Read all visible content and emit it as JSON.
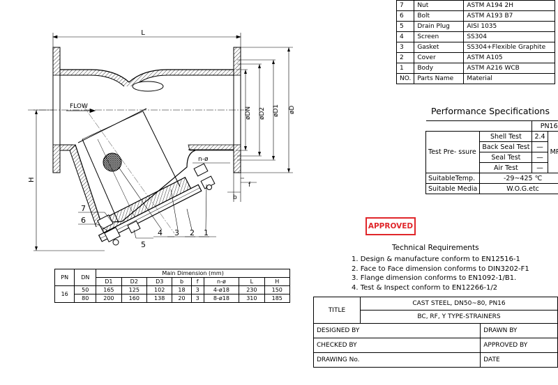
{
  "drawing": {
    "dim_L": "L",
    "dim_H": "H",
    "flow": "FLOW",
    "phiDN": "øDN",
    "phiD2": "øD2",
    "phiD1": "øD1",
    "phiD": "øD",
    "n_phi": "n-ø",
    "dim_b": "b",
    "dim_f": "f",
    "callouts": [
      "7",
      "6",
      "5",
      "4",
      "3",
      "2",
      "1"
    ]
  },
  "parts": {
    "header": {
      "no": "NO.",
      "name": "Parts Name",
      "material": "Material"
    },
    "rows": [
      {
        "no": "7",
        "name": "Nut",
        "material": "ASTM A194 2H"
      },
      {
        "no": "6",
        "name": "Bolt",
        "material": "ASTM A193 B7"
      },
      {
        "no": "5",
        "name": "Drain Plug",
        "material": "AISI 1035"
      },
      {
        "no": "4",
        "name": "Screen",
        "material": "SS304"
      },
      {
        "no": "3",
        "name": "Gasket",
        "material": "SS304+Flexible Graphite"
      },
      {
        "no": "2",
        "name": "Cover",
        "material": "ASTM A105"
      },
      {
        "no": "1",
        "name": "Body",
        "material": "ASTM A216 WCB"
      }
    ]
  },
  "performance": {
    "title": "Performance Specifications",
    "pn": "PN16",
    "test_label": "Test Pre- ssure",
    "tests": [
      {
        "name": "Shell Test",
        "value": "2.4"
      },
      {
        "name": "Back Seal Test",
        "value": "—"
      },
      {
        "name": "Seal Test",
        "value": "—"
      },
      {
        "name": "Air Test",
        "value": "—"
      }
    ],
    "unit": "MPa",
    "temp_label": "SuitableTemp.",
    "temp_value": "-29~425 ℃",
    "media_label": "Suitable Media",
    "media_value": "W.O.G.etc"
  },
  "stamp": "APPROVED",
  "requirements": {
    "title": "Technical Requirements",
    "items": [
      "1. Design & manufacture conform to EN12516-1",
      "2. Face to Face dimension conforms to DIN3202-F1",
      "3. Flange dimension conforms to EN1092-1/B1.",
      "4. Test & Inspect conform to EN12266-1/2"
    ]
  },
  "dimensions": {
    "header_pn": "PN",
    "header_dn": "DN",
    "header_main": "Main Dimension (mm)",
    "cols": [
      "D1",
      "D2",
      "D3",
      "b",
      "f",
      "n-ø",
      "L",
      "H"
    ],
    "pn": "16",
    "rows": [
      {
        "dn": "50",
        "vals": [
          "165",
          "125",
          "102",
          "18",
          "3",
          "4-ø18",
          "230",
          "150"
        ]
      },
      {
        "dn": "80",
        "vals": [
          "200",
          "160",
          "138",
          "20",
          "3",
          "8-ø18",
          "310",
          "185"
        ]
      }
    ]
  },
  "title_block": {
    "title_label": "TITLE",
    "title_line1": "CAST STEEL, DN50~80, PN16",
    "title_line2": "BC, RF, Y TYPE-STRAINERS",
    "designed_by": "DESIGNED BY",
    "drawn_by": "DRAWN BY",
    "checked_by": "CHECKED  BY",
    "approved_by": "APPROVED BY",
    "drawing_no": "DRAWING No.",
    "date": "DATE"
  }
}
